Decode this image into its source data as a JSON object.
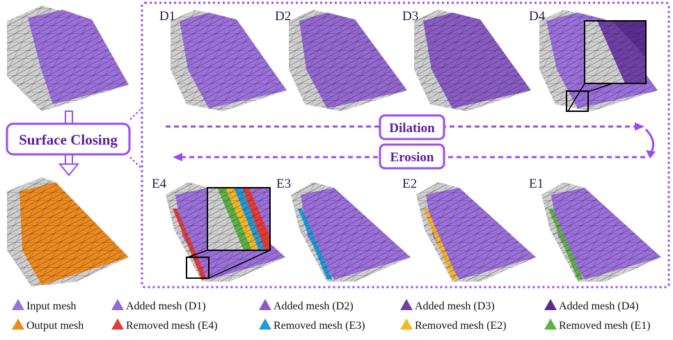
{
  "colors": {
    "input": "#9B6FDC",
    "output": "#EE8A1D",
    "d1": "#9467D2",
    "d2": "#8A5BC6",
    "d3": "#6E3FA8",
    "d4": "#5A2C92",
    "e4": "#E33B3B",
    "e3": "#1F9BD7",
    "e2": "#F6B526",
    "e1": "#5BB347",
    "frame": "#9B4CF0",
    "gray": "#CFCFCF",
    "mesh_line": "#333333"
  },
  "labels": {
    "surface_closing": "Surface Closing",
    "dilation": "Dilation",
    "erosion": "Erosion"
  },
  "stages": {
    "dilation": [
      "D1",
      "D2",
      "D3",
      "D4"
    ],
    "erosion": [
      "E4",
      "E3",
      "E2",
      "E1"
    ]
  },
  "legend": [
    {
      "label": "Input mesh",
      "color": "#9B6FDC"
    },
    {
      "label": "Added mesh (D1)",
      "color": "#9467D2"
    },
    {
      "label": "Added mesh (D2)",
      "color": "#8A5BC6"
    },
    {
      "label": "Added mesh (D3)",
      "color": "#6E3FA8"
    },
    {
      "label": "Added mesh (D4)",
      "color": "#5A2C92"
    },
    {
      "label": "Output mesh",
      "color": "#EE8A1D"
    },
    {
      "label": "Removed mesh (E4)",
      "color": "#E33B3B"
    },
    {
      "label": "Removed mesh (E3)",
      "color": "#1F9BD7"
    },
    {
      "label": "Removed mesh (E2)",
      "color": "#F6B526"
    },
    {
      "label": "Removed mesh (E1)",
      "color": "#5BB347"
    }
  ]
}
